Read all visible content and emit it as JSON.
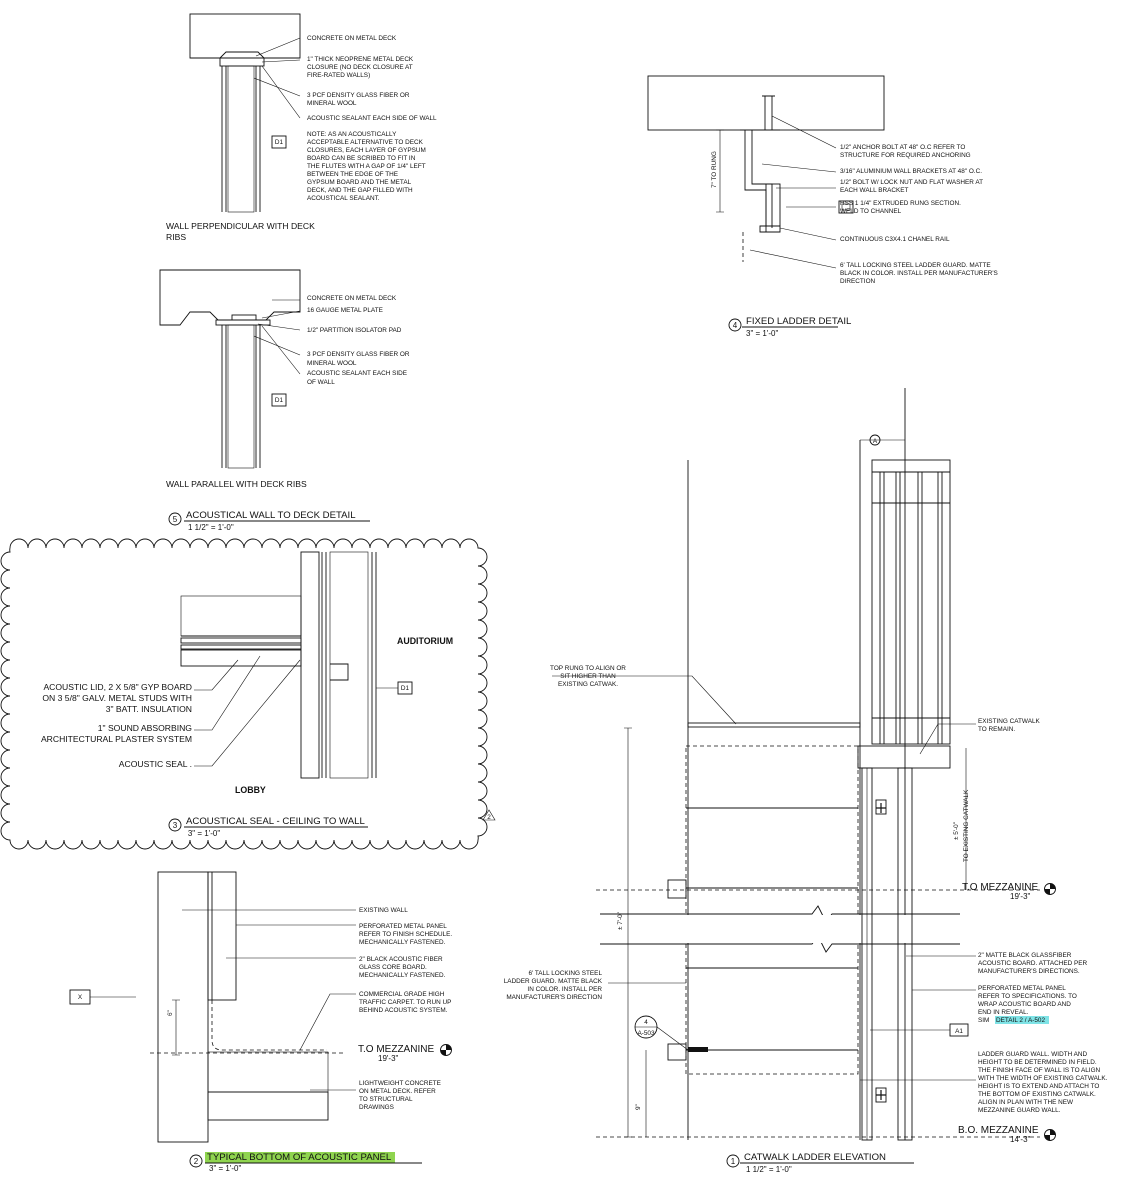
{
  "detail5": {
    "top": {
      "notes": [
        "CONCRETE ON METAL DECK",
        "1\" THICK NEOPRENE METAL DECK",
        "CLOSURE (NO DECK CLOSURE AT",
        "FIRE-RATED WALLS)",
        "3 PCF DENSITY GLASS FIBER OR",
        "MINERAL WOOL",
        "ACOUSTIC SEALANT EACH SIDE OF WALL",
        "NOTE:  AS AN ACOUSTICALLY",
        "ACCEPTABLE ALTERNATIVE TO DECK",
        "CLOSURES, EACH LAYER OF GYPSUM",
        "BOARD CAN BE SCRIBED TO FIT IN",
        "THE FLUTES WITH A GAP OF 1/4\" LEFT",
        "BETWEEN THE EDGE OF THE",
        "GYPSUM BOARD AND THE METAL",
        "DECK, AND THE GAP FILLED WITH",
        "ACOUSTICAL SEALANT."
      ],
      "tag": "D1",
      "caption_line1": "WALL PERPENDICULAR WITH DECK",
      "caption_line2": "RIBS"
    },
    "bottom": {
      "notes": [
        "CONCRETE ON METAL DECK",
        "16 GAUGE METAL PLATE",
        "1/2\" PARTITION ISOLATOR PAD",
        "3 PCF DENSITY GLASS FIBER OR",
        "MINERAL WOOL",
        "ACOUSTIC SEALANT EACH SIDE",
        "OF WALL"
      ],
      "tag": "D1",
      "caption": "WALL PARALLEL WITH DECK RIBS"
    },
    "number": "5",
    "title": "ACOUSTICAL WALL TO DECK DETAIL",
    "scale": "1 1/2\" = 1'-0\""
  },
  "detail4": {
    "notes": [
      "1/2\" ANCHOR BOLT AT 48\" O.C REFER TO",
      "STRUCTURE FOR REQUIRED ANCHORING",
      "3/16\" ALUMINIUM WALL BRACKETS AT 48\" O.C.",
      "1/2\" BOLT W/ LOCK NUT AND FLAT WASHER AT",
      "EACH WALL BRACKET",
      "HSS 1 1/4\" EXTRUDED RUNG SECTION.",
      "WELD TO CHANNEL",
      "CONTINUOUS C3X4.1 CHANEL RAIL",
      "6' TALL LOCKING STEEL LADDER GUARD. MATTE",
      "BLACK IN COLOR. INSTALL PER MANUFACTURER'S",
      "DIRECTION"
    ],
    "dim": "7\" TO RUNG",
    "number": "4",
    "title": "FIXED LADDER DETAIL",
    "scale": "3\" = 1'-0\""
  },
  "detail3": {
    "room1": "AUDITORIUM",
    "room2": "LOBBY",
    "notes": [
      "ACOUSTIC LID, 2 X 5/8\" GYP BOARD",
      "ON 3 5/8\" GALV. METAL STUDS WITH",
      "3\" BATT. INSULATION",
      "1\" SOUND ABSORBING",
      "ARCHITECTURAL PLASTER SYSTEM",
      "ACOUSTIC SEAL ."
    ],
    "tag": "D1",
    "revision": "2",
    "number": "3",
    "title": "ACOUSTICAL SEAL - CEILING TO WALL",
    "scale": "3\" = 1'-0\""
  },
  "detail2": {
    "notes": [
      "EXISTING WALL",
      "PERFORATED METAL PANEL",
      "REFER TO FINISH SCHEDULE.",
      "MECHANICALLY FASTENED.",
      "2\" BLACK ACOUSTIC FIBER",
      "GLASS CORE BOARD.",
      "MECHANICALLY FASTENED.",
      "COMMERCIAL GRADE HIGH",
      "TRAFFIC CARPET. TO RUN UP",
      "BEHIND ACOUSTIC SYSTEM.",
      "LIGHTWEIGHT CONCRETE",
      "ON METAL DECK. REFER",
      "TO STRUCTURAL",
      "DRAWINGS"
    ],
    "tag": "X",
    "dim": "6\"",
    "level_name": "T.O MEZZANINE",
    "level_value": "19'-3\"",
    "number": "2",
    "title": "TYPICAL BOTTOM OF ACOUSTIC PANEL",
    "scale": "3\" = 1'-0\"",
    "highlight_color": "#8fd44f"
  },
  "detail1": {
    "section_tag": "A",
    "notes_left": [
      "TOP RUNG TO ALIGN OR",
      "SIT HIGHER THAN",
      "EXISTING CATWAK."
    ],
    "notes_left2": [
      "6' TALL LOCKING STEEL",
      "LADDER GUARD. MATTE BLACK",
      "IN COLOR. INSTALL PER",
      "MANUFACTURER'S DIRECTION"
    ],
    "notes_right": [
      "EXISTING CATWALK",
      "TO REMAIN.",
      "2\" MATTE BLACK GLASSFIBER",
      "ACOUSTIC BOARD. ATTACHED PER",
      "MANUFACTURER'S DIRECTIONS.",
      "PERFORATED METAL PANEL",
      "REFER TO SPECIFICATIONS. TO",
      "WRAP ACOUSTIC BOARD AND",
      "END IN REVEAL.",
      "LADDER GUARD WALL. WIDTH AND",
      "HEIGHT TO BE DETERMINED IN FIELD.",
      "THE FINISH FACE OF WALL IS TO ALIGN",
      "WITH THE WIDTH OF EXISTING CATWALK.",
      "HEIGHT IS TO EXTEND AND ATTACH TO",
      "THE BOTTOM OF EXISTING CATWALK.",
      "ALIGN IN PLAN WITH THE NEW",
      "MEZZANINE GUARD WALL."
    ],
    "sim_prefix": "SIM ",
    "sim_link": "DETAIL  2 / A-502",
    "tag_a1": "A1",
    "ref_num": "4",
    "ref_sheet": "A-503",
    "dim_rung1": "± 5'-0\"",
    "dim_rung2": "TO EXISTING CATWALK",
    "dim_left": "± 7'-0\"",
    "dim_bottom": "9\"",
    "level1_name": "T.O MEZZANINE",
    "level1_value": "19'-3\"",
    "level2_name": "B.O. MEZZANINE",
    "level2_value": "14'-3\"",
    "number": "1",
    "title": "CATWALK LADDER ELEVATION",
    "scale": "1 1/2\" = 1'-0\"",
    "highlight_color": "#7fe3e6"
  }
}
